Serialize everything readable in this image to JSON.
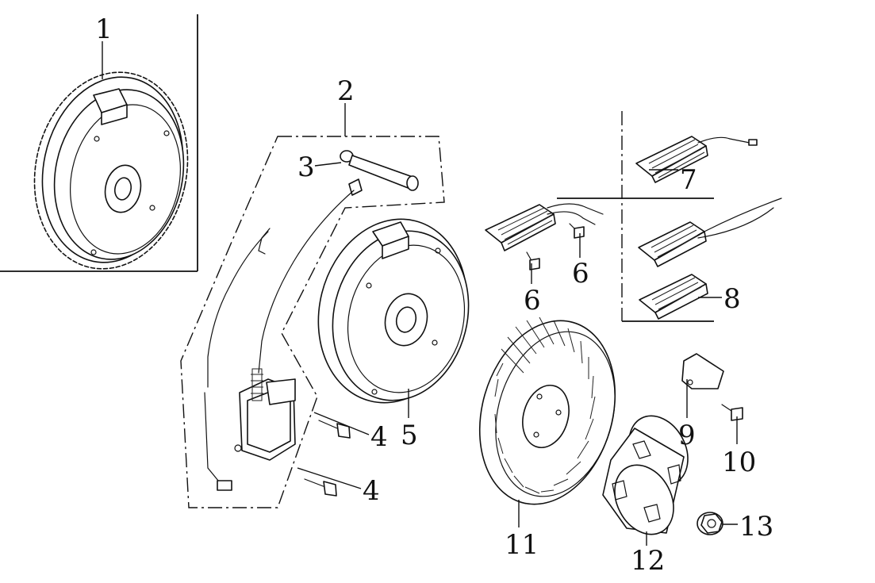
{
  "callouts": {
    "c1": "1",
    "c2": "2",
    "c3": "3",
    "c4a": "4",
    "c4b": "4",
    "c5": "5",
    "c6a": "6",
    "c6b": "6",
    "c7": "7",
    "c8": "8",
    "c9": "9",
    "c10": "10",
    "c11": "11",
    "c12": "12",
    "c13": "13"
  },
  "parts": {
    "p1": "flywheel-with-ring-gear",
    "p2": "ignition-coil-assembly",
    "p3": "spark-plug-cap",
    "p4": "bolt",
    "p5": "flywheel",
    "p6": "bolt",
    "p7": "charge-coil",
    "p8": "charge-coil-pair",
    "p9": "bracket",
    "p10": "bolt",
    "p11": "cooling-fan",
    "p12": "starter-pulley",
    "p13": "flange-nut"
  }
}
